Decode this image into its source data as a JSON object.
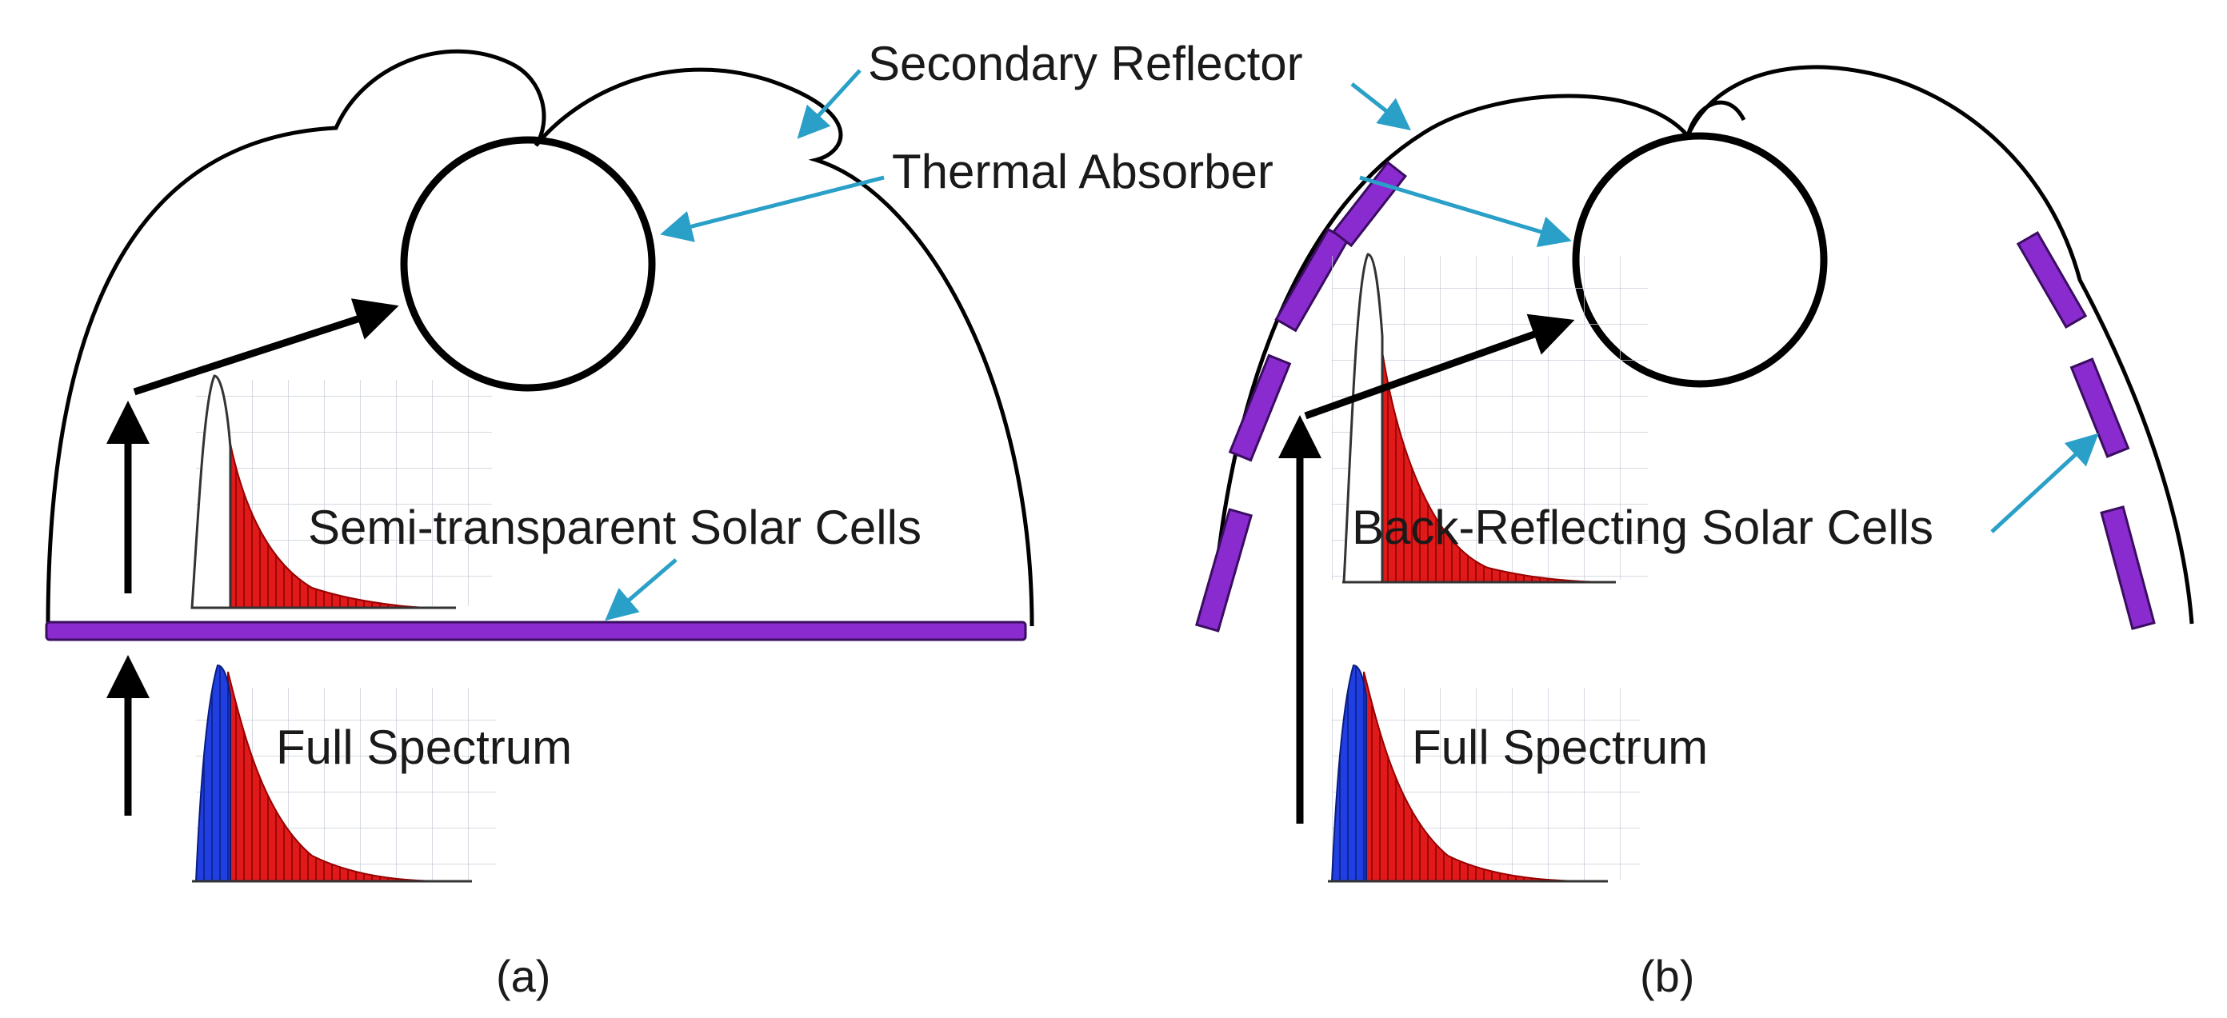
{
  "labels": {
    "secondary_reflector": "Secondary Reflector",
    "thermal_absorber": "Thermal Absorber",
    "semi_transparent_cells": "Semi-transparent Solar Cells",
    "back_reflecting_cells": "Back-Reflecting Solar Cells",
    "full_spectrum_a": "Full Spectrum",
    "full_spectrum_b": "Full Spectrum",
    "caption_a": "(a)",
    "caption_b": "(b)"
  },
  "colors": {
    "pointer": "#2aa0c8",
    "solar_cell": "#8a2bd0",
    "spectrum_short_wavelength": "#1f3fe0",
    "spectrum_long_wavelength": "#e01a1a",
    "outline": "#000000"
  }
}
